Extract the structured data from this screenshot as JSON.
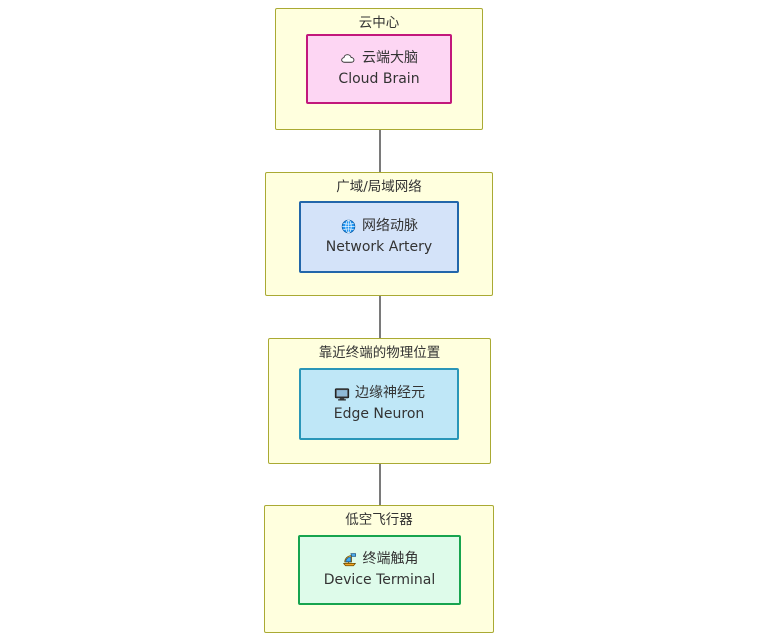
{
  "diagram": {
    "type": "flowchart",
    "direction": "top-to-bottom",
    "background": "#ffffff",
    "clusters": [
      {
        "id": "cloud-center",
        "label": "云中心",
        "fill": "#ffffde",
        "stroke": "#aaaa33",
        "node": {
          "id": "cloud-brain",
          "icon": "cloud-icon",
          "label_cn": "云端大脑",
          "label_en": "Cloud Brain",
          "fill": "#fdd6f3",
          "stroke": "#c2187b"
        }
      },
      {
        "id": "wan-lan-network",
        "label": "广域/局域网络",
        "fill": "#ffffde",
        "stroke": "#aaaa33",
        "node": {
          "id": "network-artery",
          "icon": "globe-icon",
          "label_cn": "网络动脉",
          "label_en": "Network Artery",
          "fill": "#d4e3f9",
          "stroke": "#2266aa"
        }
      },
      {
        "id": "near-terminal-location",
        "label": "靠近终端的物理位置",
        "fill": "#ffffde",
        "stroke": "#aaaa33",
        "node": {
          "id": "edge-neuron",
          "icon": "monitor-icon",
          "label_cn": "边缘神经元",
          "label_en": "Edge Neuron",
          "fill": "#bfe7f7",
          "stroke": "#2a96b8"
        }
      },
      {
        "id": "low-altitude-aircraft",
        "label": "低空飞行器",
        "fill": "#ffffde",
        "stroke": "#aaaa33",
        "node": {
          "id": "device-terminal",
          "icon": "satellite-antenna-icon",
          "label_cn": "终端触角",
          "label_en": "Device Terminal",
          "fill": "#defbea",
          "stroke": "#17a44f"
        }
      }
    ],
    "edges": [
      {
        "from": "cloud-brain",
        "to": "network-artery",
        "arrow": "arrowhead-down",
        "color": "#333333"
      },
      {
        "from": "network-artery",
        "to": "edge-neuron",
        "arrow": "arrowhead-down",
        "color": "#333333"
      },
      {
        "from": "edge-neuron",
        "to": "device-terminal",
        "arrow": "arrowhead-down",
        "color": "#333333"
      }
    ]
  }
}
